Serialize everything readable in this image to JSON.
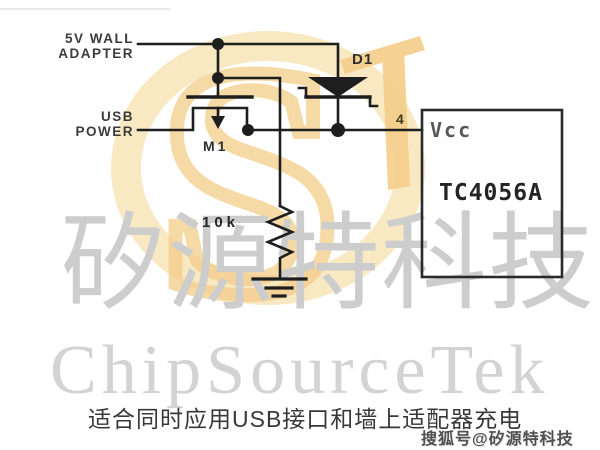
{
  "schematic": {
    "source_labels": {
      "wall_adapter_line1": "5V WALL",
      "wall_adapter_line2": "ADAPTER",
      "usb_line1": "USB",
      "usb_line2": "POWER"
    },
    "components": {
      "mosfet_ref": "M1",
      "diode_ref": "D1",
      "resistor_value": "10k",
      "ic_name": "TC4056A",
      "pin_number": "4",
      "pin_name": "Vcc"
    }
  },
  "watermarks": {
    "cjk": "矽源特科技",
    "latin": "ChipSourceTek",
    "sohu": "搜狐号@矽源特科技"
  },
  "caption": "适合同时应用USB接口和墙上适配器充电",
  "colors": {
    "wire": "#1e1e1e",
    "label_text": "#3b3b3b",
    "watermark_gray": "#cdcdcd",
    "logo_orange": "#f3c87d",
    "logo_pale": "#f8e7bd"
  }
}
